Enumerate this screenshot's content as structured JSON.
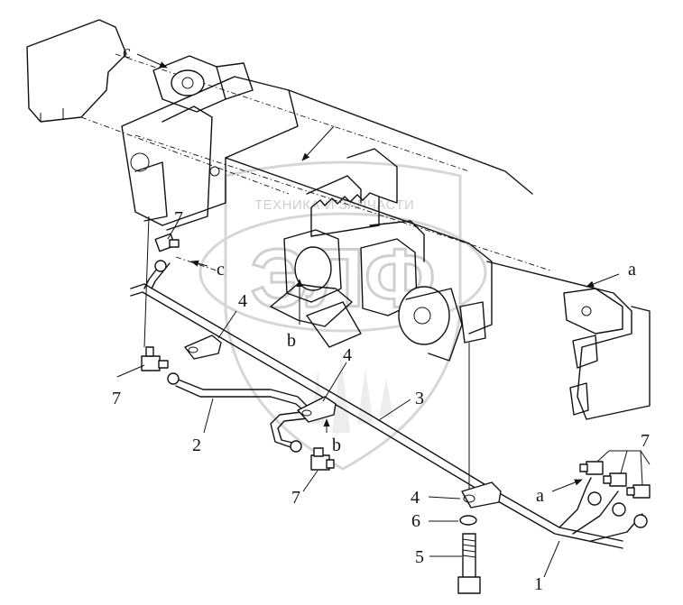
{
  "watermark": {
    "text": "ТЕХНИКА И ЗАПЧАСТИ",
    "logo_letters": "ЭЛФ"
  },
  "callouts": {
    "c_top": "c",
    "c_mid": "c",
    "a_right": "a",
    "a_low": "a",
    "b_upper": "b",
    "b_lower": "b",
    "n7_a": "7",
    "n7_b": "7",
    "n7_c": "7",
    "n7_d": "7",
    "n4_a": "4",
    "n4_b": "4",
    "n4_c": "4",
    "n2": "2",
    "n3": "3",
    "n6": "6",
    "n5": "5",
    "n1": "1"
  }
}
